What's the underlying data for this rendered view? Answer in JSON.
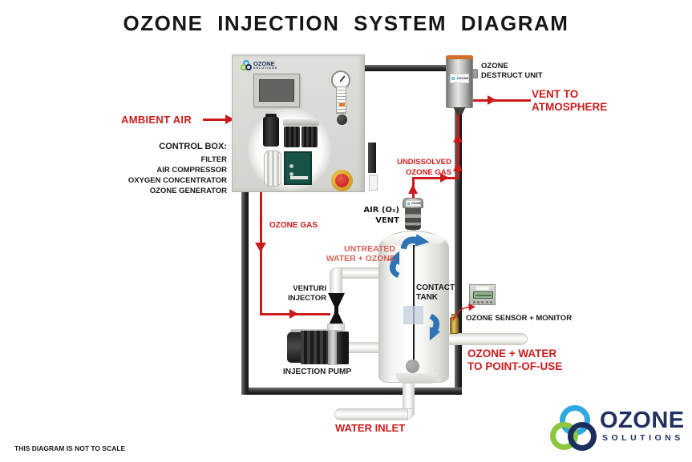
{
  "title": "OZONE INJECTION SYSTEM DIAGRAM",
  "footer_note": "THIS DIAGRAM IS NOT TO SCALE",
  "brand": {
    "name": "OZONE",
    "subname": "SOLUTIONS"
  },
  "colors": {
    "label_red": "#cc1b1b",
    "label_salmon": "#d8625b",
    "ink": "#1a1a1a",
    "brand_navy": "#20315f",
    "brand_blue": "#2fa8df",
    "brand_green": "#8dc63f",
    "frame_dark": "#2e2e2e",
    "tank_arrow_blue": "#2e74b5"
  },
  "labels": {
    "ambient_air": "AMBIENT AIR",
    "control_box_heading": "CONTROL BOX:",
    "control_box_items": [
      "FILTER",
      "AIR COMPRESSOR",
      "OXYGEN CONCENTRATOR",
      "OZONE GENERATOR"
    ],
    "ozone_destruct_unit": "OZONE\nDESTRUCT UNIT",
    "vent_to_atmosphere": "VENT TO\nATMOSPHERE",
    "undissolved_ozone_gas": "UNDISSOLVED\nOZONE GAS",
    "air_vent": "AIR (O₃)\nVENT",
    "ozone_gas": "OZONE GAS",
    "untreated_water_ozone": "UNTREATED\nWATER + OZONE",
    "venturi_injector": "VENTURI\nINJECTOR",
    "contact_tank": "CONTACT\nTANK",
    "ozone_sensor_monitor": "OZONE SENSOR + MONITOR",
    "injection_pump": "INJECTION PUMP",
    "ozone_water_point_of_use": "OZONE + WATER\nTO POINT-OF-USE",
    "water_inlet": "WATER INLET"
  }
}
